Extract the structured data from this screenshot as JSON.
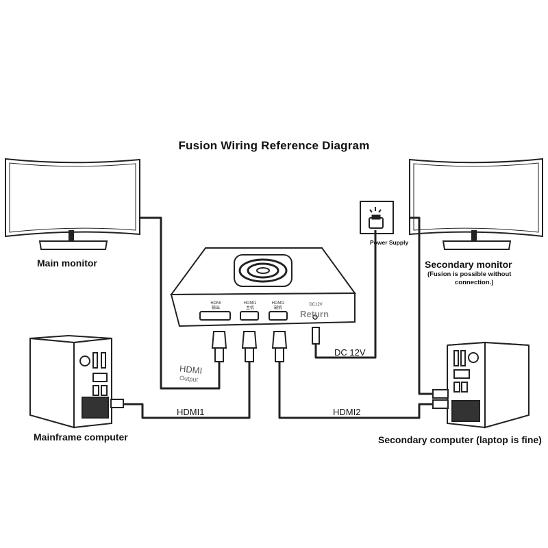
{
  "title": "Fusion Wiring Reference Diagram",
  "labels": {
    "main_monitor": "Main monitor",
    "secondary_monitor": "Secondary monitor",
    "secondary_monitor_note_1": "(Fusion is possible without",
    "secondary_monitor_note_2": "connection.)",
    "mainframe_computer": "Mainframe computer",
    "secondary_computer": "Secondary computer (laptop is fine)",
    "power_supply": "Power Supply",
    "return": "Return",
    "dc12v_cable": "DC 12V",
    "hdmi_output_1": "HDMI",
    "hdmi_output_2": "Output",
    "hdmi1_cable": "HDMI1",
    "hdmi2_cable": "HDMI2"
  },
  "ports": {
    "out_name": "HDMI",
    "out_sub": "输出",
    "in1_name": "HDMI1",
    "in1_sub": "主机",
    "in2_name": "HDMI2",
    "in2_sub": "副机",
    "dc_name": "DC12V"
  }
}
